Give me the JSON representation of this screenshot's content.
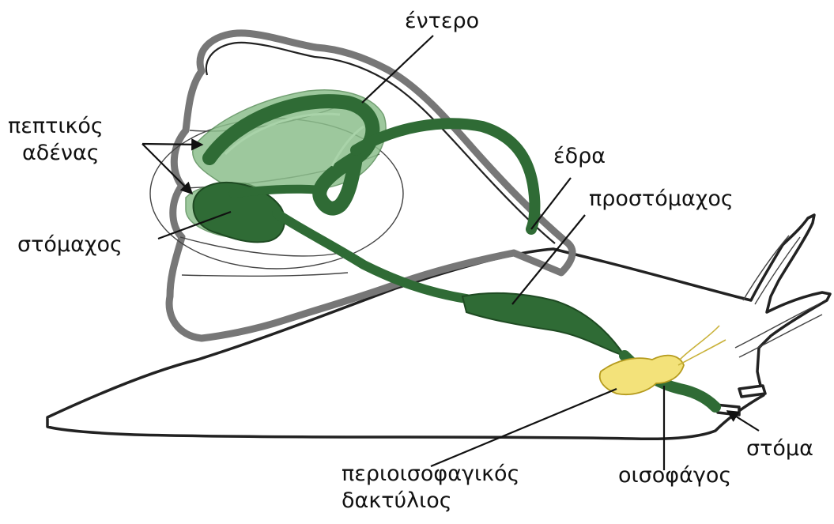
{
  "diagram": {
    "labels": {
      "entero": "έντερο",
      "peptikos_line1": "πεπτικός",
      "peptikos_line2": "αδένας",
      "edra": "έδρα",
      "prostomachos": "προστόμαχος",
      "stomachos": "στόμαχος",
      "stoma": "στόμα",
      "perioisofagikos_line1": "περιοισοφαγικός",
      "perioisofagikos_line2": "δακτύλιος",
      "oisofagos": "οισοφάγος"
    },
    "colors": {
      "digestive_tract": "#2f6b35",
      "digestive_gland": "#8cbf8c",
      "nerve_ring": "#f3e27a",
      "shell": "#777777"
    }
  }
}
